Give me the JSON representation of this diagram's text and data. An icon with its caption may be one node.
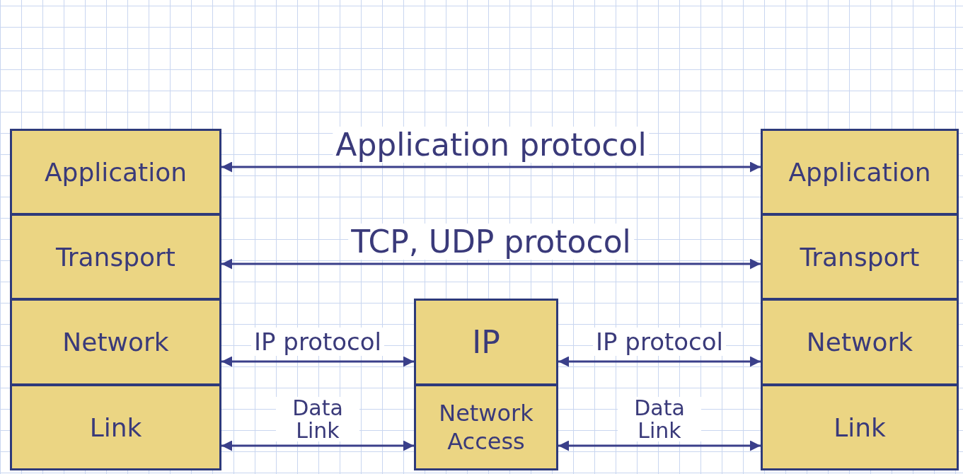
{
  "diagram": {
    "nodes": [
      {
        "text": [
          "Application"
        ]
      },
      {
        "text": [
          "Transport"
        ]
      },
      {
        "text": [
          "Network"
        ]
      },
      {
        "text": [
          "Link"
        ]
      },
      {
        "text": [
          "IP"
        ]
      },
      {
        "text": [
          "Network Access"
        ]
      },
      {
        "text": [
          "Application"
        ]
      },
      {
        "text": [
          "Transport"
        ]
      },
      {
        "text": [
          "Network"
        ]
      },
      {
        "text": [
          "Link"
        ]
      }
    ],
    "edges": [
      {
        "from": 0,
        "to": 6,
        "arrow": "both",
        "label": "Application protocol"
      },
      {
        "from": 1,
        "to": 7,
        "arrow": "both",
        "label": "TCP, UDP protocol"
      },
      {
        "from": 2,
        "to": 4,
        "arrow": "both",
        "label": "IP protocol"
      },
      {
        "from": 4,
        "to": 8,
        "arrow": "both",
        "label": "IP protocol"
      },
      {
        "from": 3,
        "to": 5,
        "arrow": "both",
        "label": "Data Link"
      },
      {
        "from": 5,
        "to": 9,
        "arrow": "both",
        "label": "Data Link"
      }
    ]
  }
}
